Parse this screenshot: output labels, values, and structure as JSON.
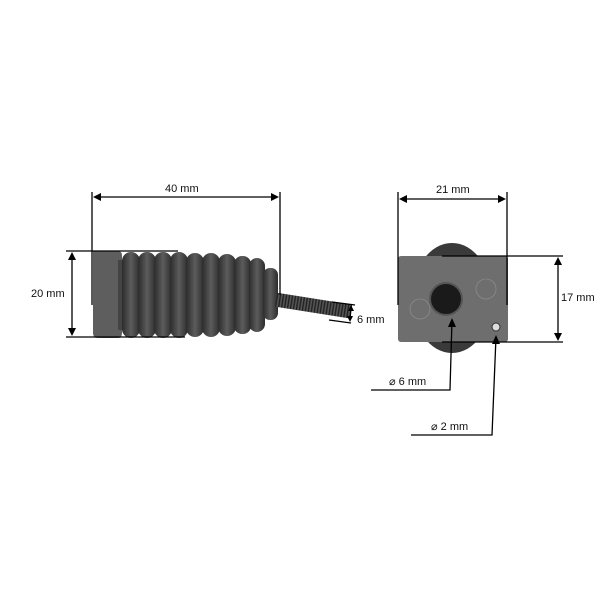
{
  "side_view": {
    "length_label": "40 mm",
    "height_label": "20 mm",
    "thread_label": "6 mm"
  },
  "end_view": {
    "width_label": "21 mm",
    "height_label": "17 mm",
    "hole_large_label": "⌀ 6 mm",
    "hole_small_label": "⌀ 2 mm"
  },
  "colors": {
    "part": "#4a4a4a",
    "part_dark": "#2e2e2e",
    "block": "#6b6b6b",
    "line": "#000000"
  }
}
